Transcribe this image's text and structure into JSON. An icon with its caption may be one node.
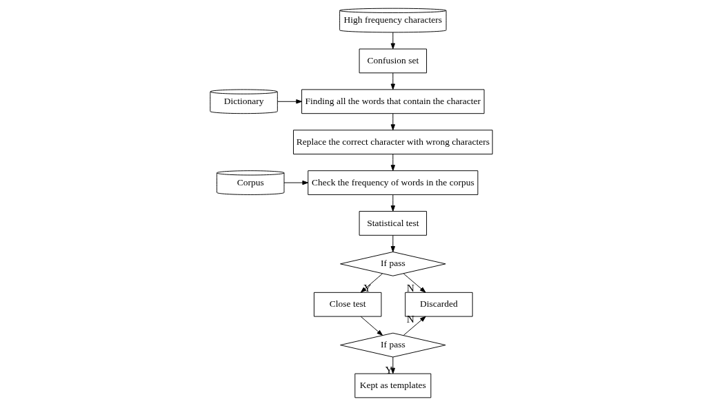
{
  "diagram": {
    "nodes": [
      {
        "text": [
          "High frequency characters"
        ]
      },
      {
        "text": [
          "Confusion set"
        ]
      },
      {
        "text": [
          "Dictionary"
        ]
      },
      {
        "text": [
          "Finding all the words that contain the character"
        ]
      },
      {
        "text": [
          "Replace the correct character with wrong characters"
        ]
      },
      {
        "text": [
          "Corpus"
        ]
      },
      {
        "text": [
          "Check the frequency of words in the corpus"
        ]
      },
      {
        "text": [
          "Statistical test"
        ]
      },
      {
        "text": [
          "If pass"
        ]
      },
      {
        "text": [
          "Close test"
        ]
      },
      {
        "text": [
          "If pass"
        ]
      },
      {
        "text": [
          "Kept as templates"
        ]
      },
      {
        "text": [
          "Discarded"
        ]
      }
    ],
    "edges": [
      {
        "from": 0,
        "to": 1,
        "arrow": "to"
      },
      {
        "from": 1,
        "to": 3,
        "arrow": "to"
      },
      {
        "from": 2,
        "to": 3,
        "arrow": "to"
      },
      {
        "from": 3,
        "to": 4,
        "arrow": "to"
      },
      {
        "from": 4,
        "to": 6,
        "arrow": "to"
      },
      {
        "from": 5,
        "to": 6,
        "arrow": "to"
      },
      {
        "from": 6,
        "to": 7,
        "arrow": "to"
      },
      {
        "from": 7,
        "to": 8,
        "arrow": "to"
      },
      {
        "from": 8,
        "to": 9,
        "label": "Y",
        "arrow": "to"
      },
      {
        "from": 8,
        "to": 12,
        "label": "N",
        "arrow": "to"
      },
      {
        "from": 9,
        "to": 10,
        "arrow": "to"
      },
      {
        "from": 10,
        "to": 11,
        "label": "Y",
        "arrow": "to"
      },
      {
        "from": 10,
        "to": 12,
        "label": "N",
        "arrow": "to"
      }
    ]
  }
}
